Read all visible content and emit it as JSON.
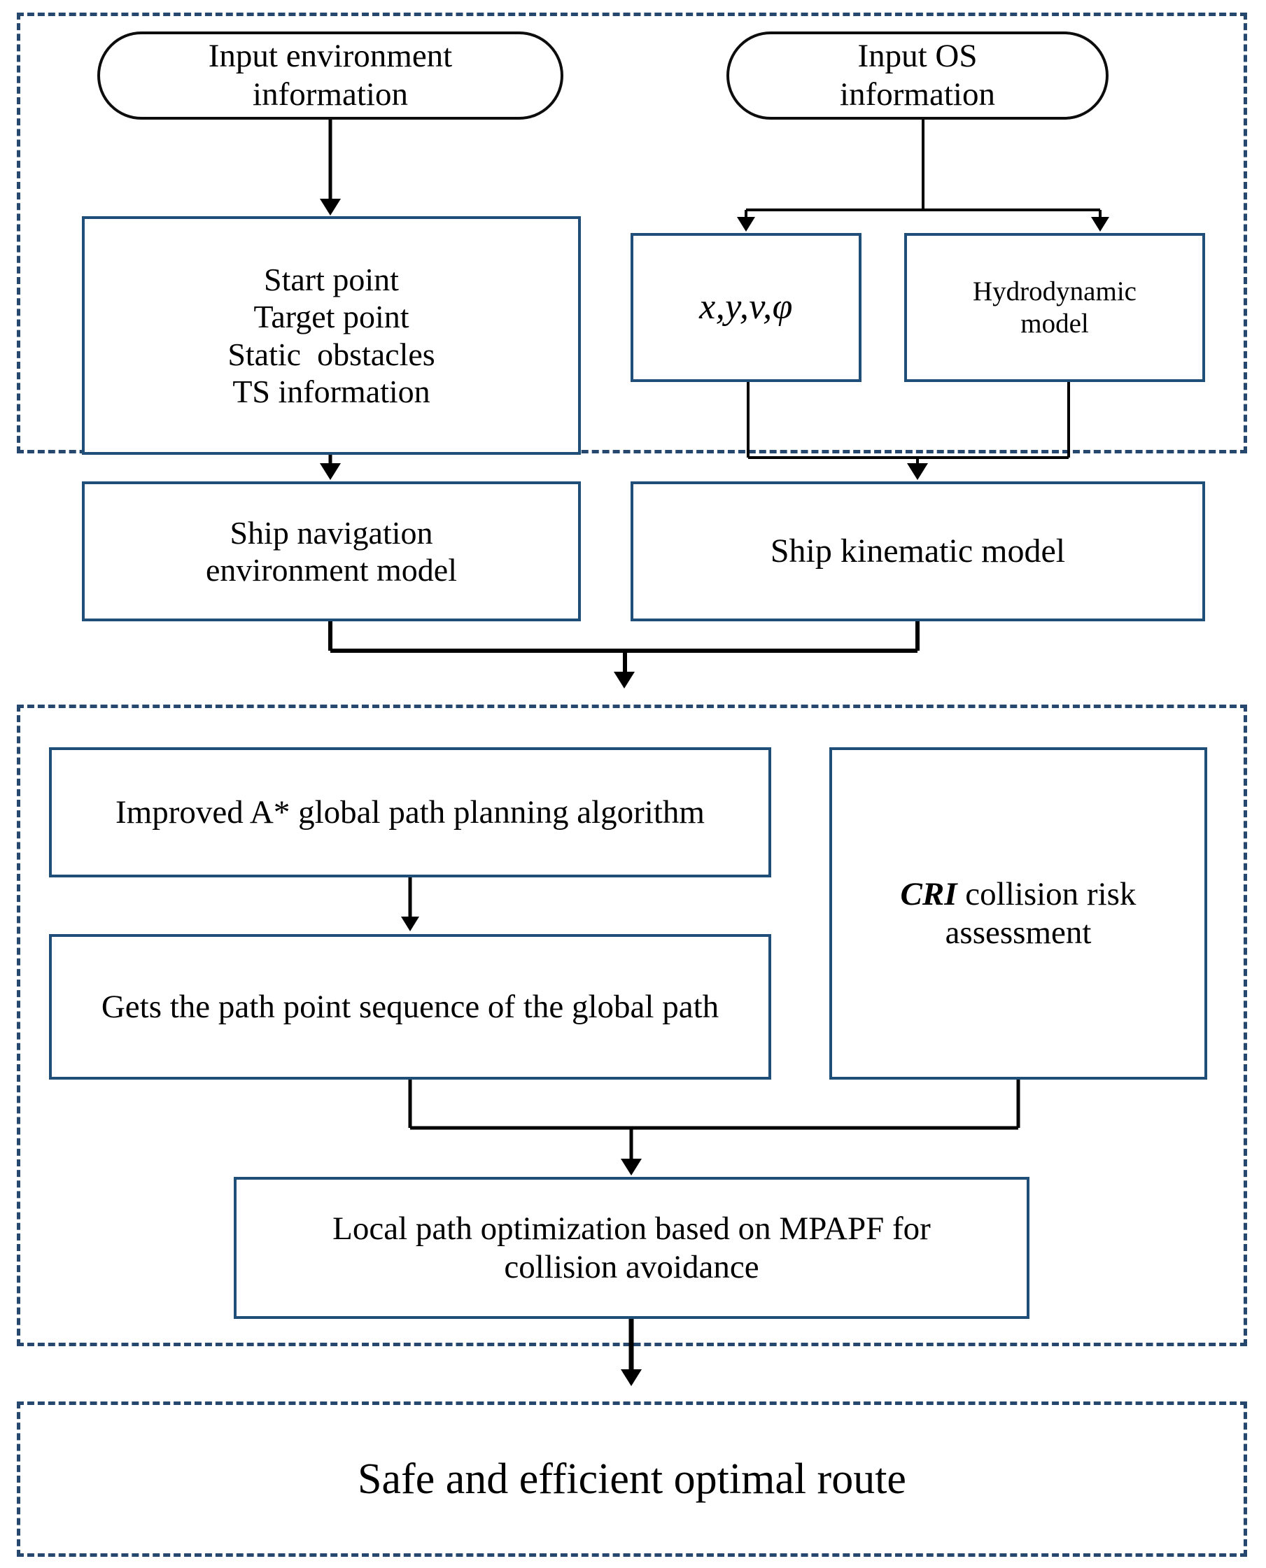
{
  "diagram": {
    "title_semantic": "ship-path-planning-framework-flowchart",
    "colors": {
      "group_border": "#26486f",
      "node_border": "#1f4e79",
      "terminator_border": "#0d0d0d",
      "connector": "#000000",
      "background": "#ffffff"
    },
    "groups": [
      {
        "id": "environment-and-ship-model-stage",
        "label": ""
      },
      {
        "id": "path-planning-stage",
        "label": ""
      },
      {
        "id": "output-stage",
        "label": ""
      }
    ],
    "nodes": {
      "input_environment": "Input environment information",
      "input_os": "Input OS information",
      "environment_inputs": [
        "Start point",
        "Target point",
        "Static  obstacles",
        "TS information"
      ],
      "state_vector": "x,y,v,φ",
      "hydrodynamic_model": "Hydrodynamic model",
      "ship_navigation_environment_model": "Ship navigation environment model",
      "ship_kinematic_model": "Ship kinematic model",
      "global_planning_algorithm": "Improved A* global path planning algorithm",
      "path_point_sequence": "Gets the path point sequence of the global path",
      "cri_assessment_emphasis": "CRI",
      "cri_assessment_rest": " collision risk assessment",
      "local_optimization": "Local path optimization based on MPAPF for collision avoidance",
      "final_output": "Safe and efficient optimal route"
    },
    "flow_edges": [
      "Input environment information → Start point / Target point / Static obstacles / TS information",
      "Start point block → Ship navigation environment model",
      "Input OS information → x,y,v,φ",
      "Input OS information → Hydrodynamic model",
      "x,y,v,φ + Hydrodynamic model → Ship kinematic model",
      "Ship navigation environment model + Ship kinematic model → Improved A* global path planning algorithm",
      "Improved A* global path planning algorithm → Gets the path point sequence of the global path",
      "Gets the path point sequence + CRI collision risk assessment → Local path optimization based on MPAPF for collision avoidance",
      "Local path optimization based on MPAPF for collision avoidance → Safe and efficient optimal route"
    ]
  }
}
